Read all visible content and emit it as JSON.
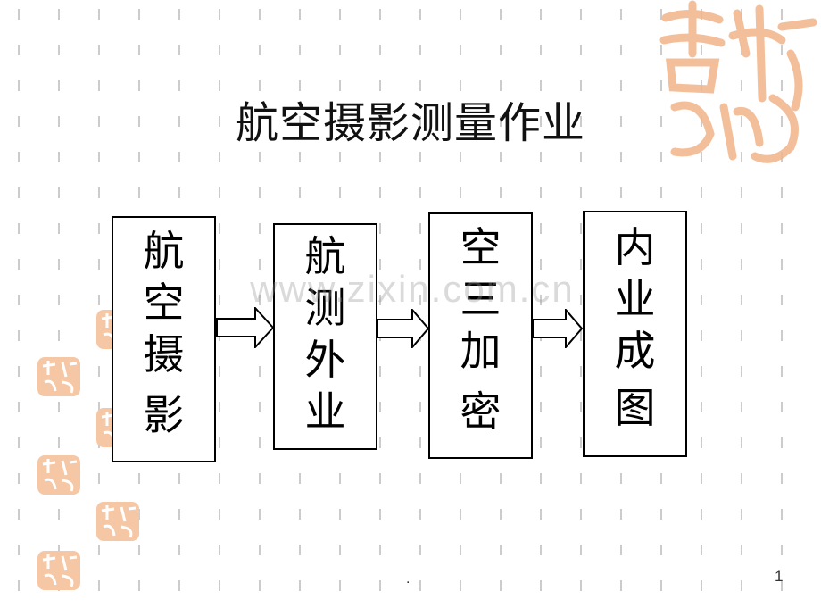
{
  "slide": {
    "title": "航空摄影测量作业",
    "watermark": "www.zixin.com.cn",
    "footer_dot": ".",
    "page_number": "1"
  },
  "flow": {
    "steps": [
      {
        "label": "航空摄影",
        "chars": [
          "航",
          "空",
          "摄",
          "影"
        ]
      },
      {
        "label": "航测外业",
        "chars": [
          "航",
          "测",
          "外",
          "业"
        ]
      },
      {
        "label": "空三加密",
        "chars": [
          "空",
          "三",
          "加",
          "密"
        ]
      },
      {
        "label": "内业成图",
        "chars": [
          "内",
          "业",
          "成",
          "图"
        ]
      }
    ]
  },
  "decorations": {
    "seal_color": "#f2b48a",
    "grid_color": "#c9c9c9",
    "seal_text": "吉祥如意"
  }
}
